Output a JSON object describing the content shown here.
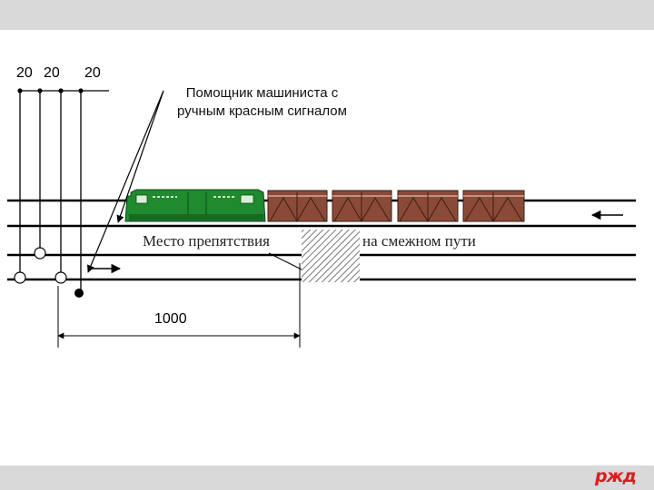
{
  "signals": {
    "interval_1": "20",
    "interval_2": "20",
    "interval_3": "20"
  },
  "note": {
    "line1": "Помощник машиниста с",
    "line2": "ручным красным сигналом"
  },
  "obstacle": {
    "left_text": "Место препятствия",
    "right_text": "на смежном пути"
  },
  "distance": "1000",
  "logo": "ржд",
  "colors": {
    "locomotive": "#1f8a2e",
    "wagon": "#8b4a38",
    "logo": "#e21a1a"
  }
}
